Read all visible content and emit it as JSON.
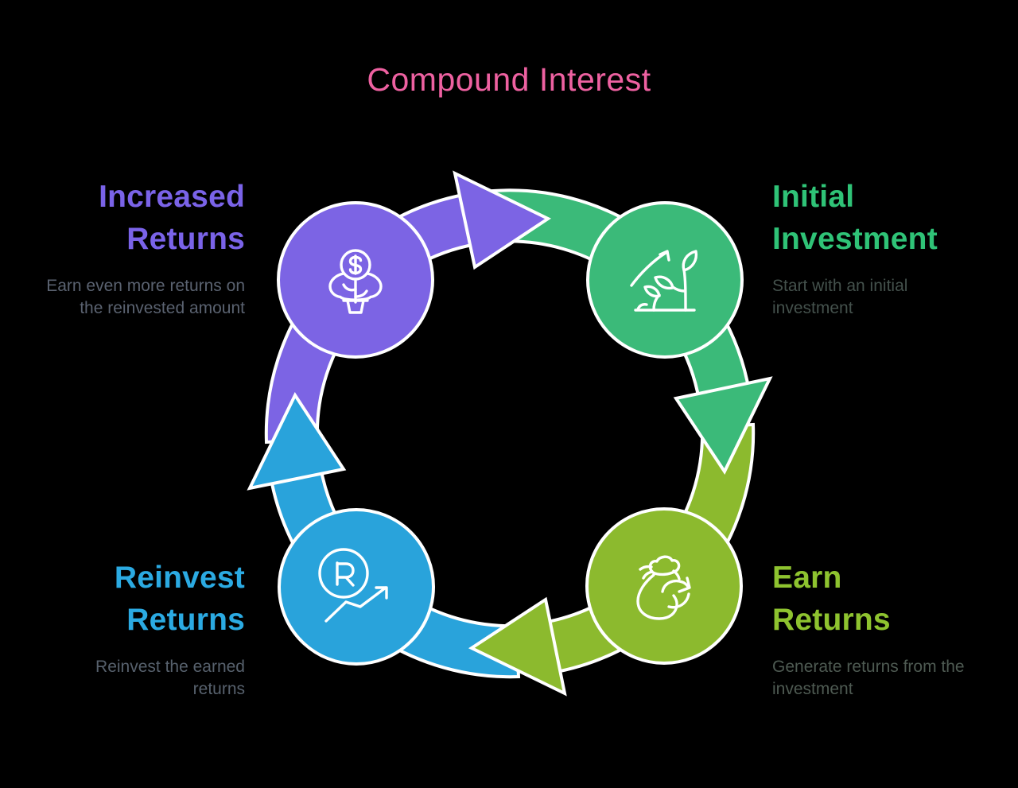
{
  "title": {
    "text": "Compound Interest",
    "color": "#ee61a1"
  },
  "canvas": {
    "background": "#000000",
    "outline": "#ffffff",
    "icon_stroke": "#ffffff"
  },
  "nodes": [
    {
      "id": "initial-investment",
      "position": "top-right",
      "heading_lines": [
        "Initial",
        "Investment"
      ],
      "heading_color": "#2fc377",
      "fill": "#3bba79",
      "desc_lines": [
        "Start with an initial",
        "investment"
      ],
      "desc_color": "#44514c",
      "icon": "sprout-growth-icon"
    },
    {
      "id": "earn-returns",
      "position": "bottom-right",
      "heading_lines": [
        "Earn",
        "Returns"
      ],
      "heading_color": "#8ec32f",
      "fill": "#8cba2e",
      "desc_lines": [
        "Generate returns from the",
        "investment"
      ],
      "desc_color": "#4e5a52",
      "icon": "money-bag-icon"
    },
    {
      "id": "reinvest-returns",
      "position": "bottom-left",
      "heading_lines": [
        "Reinvest",
        "Returns"
      ],
      "heading_color": "#2baae2",
      "fill": "#29a3db",
      "desc_lines": [
        "Reinvest the earned",
        "returns"
      ],
      "desc_color": "#57616d",
      "icon": "reinvest-coin-icon"
    },
    {
      "id": "increased-returns",
      "position": "top-left",
      "heading_lines": [
        "Increased",
        "Returns"
      ],
      "heading_color": "#7a63e8",
      "fill": "#7c64e4",
      "desc_lines": [
        "Earn even more returns on",
        "the reinvested amount"
      ],
      "desc_color": "#5a6270",
      "icon": "money-tree-icon"
    }
  ]
}
